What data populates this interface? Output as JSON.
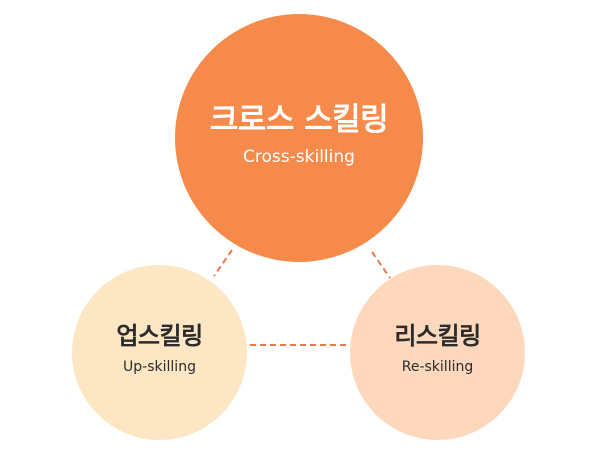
{
  "diagram": {
    "center": {
      "title": "크로스 스킬링",
      "subtitle": "Cross-skilling",
      "color": "#f58a4b"
    },
    "left": {
      "title": "업스킬링",
      "subtitle": "Up-skilling",
      "color": "#fde6c4"
    },
    "right": {
      "title": "리스킬링",
      "subtitle": "Re-skilling",
      "color": "#fdd8bd"
    },
    "connector_color": "#e8784a"
  }
}
